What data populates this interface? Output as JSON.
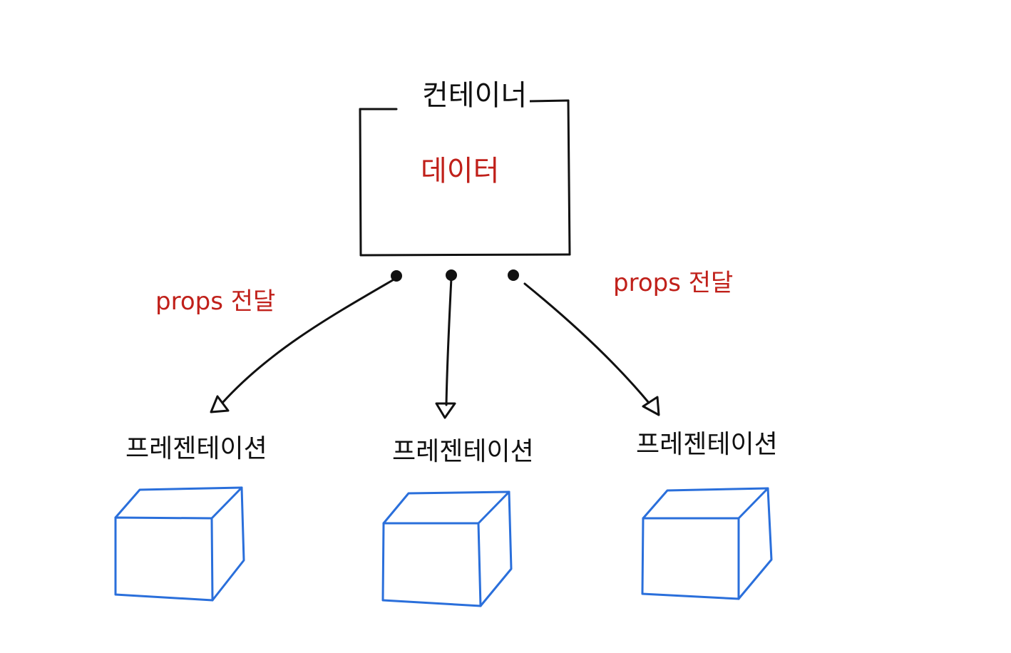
{
  "container": {
    "title": "컨테이너",
    "data_label": "데이터"
  },
  "edges": {
    "left_label": "props 전달",
    "right_label": "props 전달"
  },
  "presentational": [
    {
      "label": "프레젠테이션"
    },
    {
      "label": "프레젠테이션"
    },
    {
      "label": "프레젠테이션"
    }
  ],
  "colors": {
    "stroke": "#111111",
    "red_text": "#c0201a",
    "cube_blue": "#2a6fdb"
  }
}
